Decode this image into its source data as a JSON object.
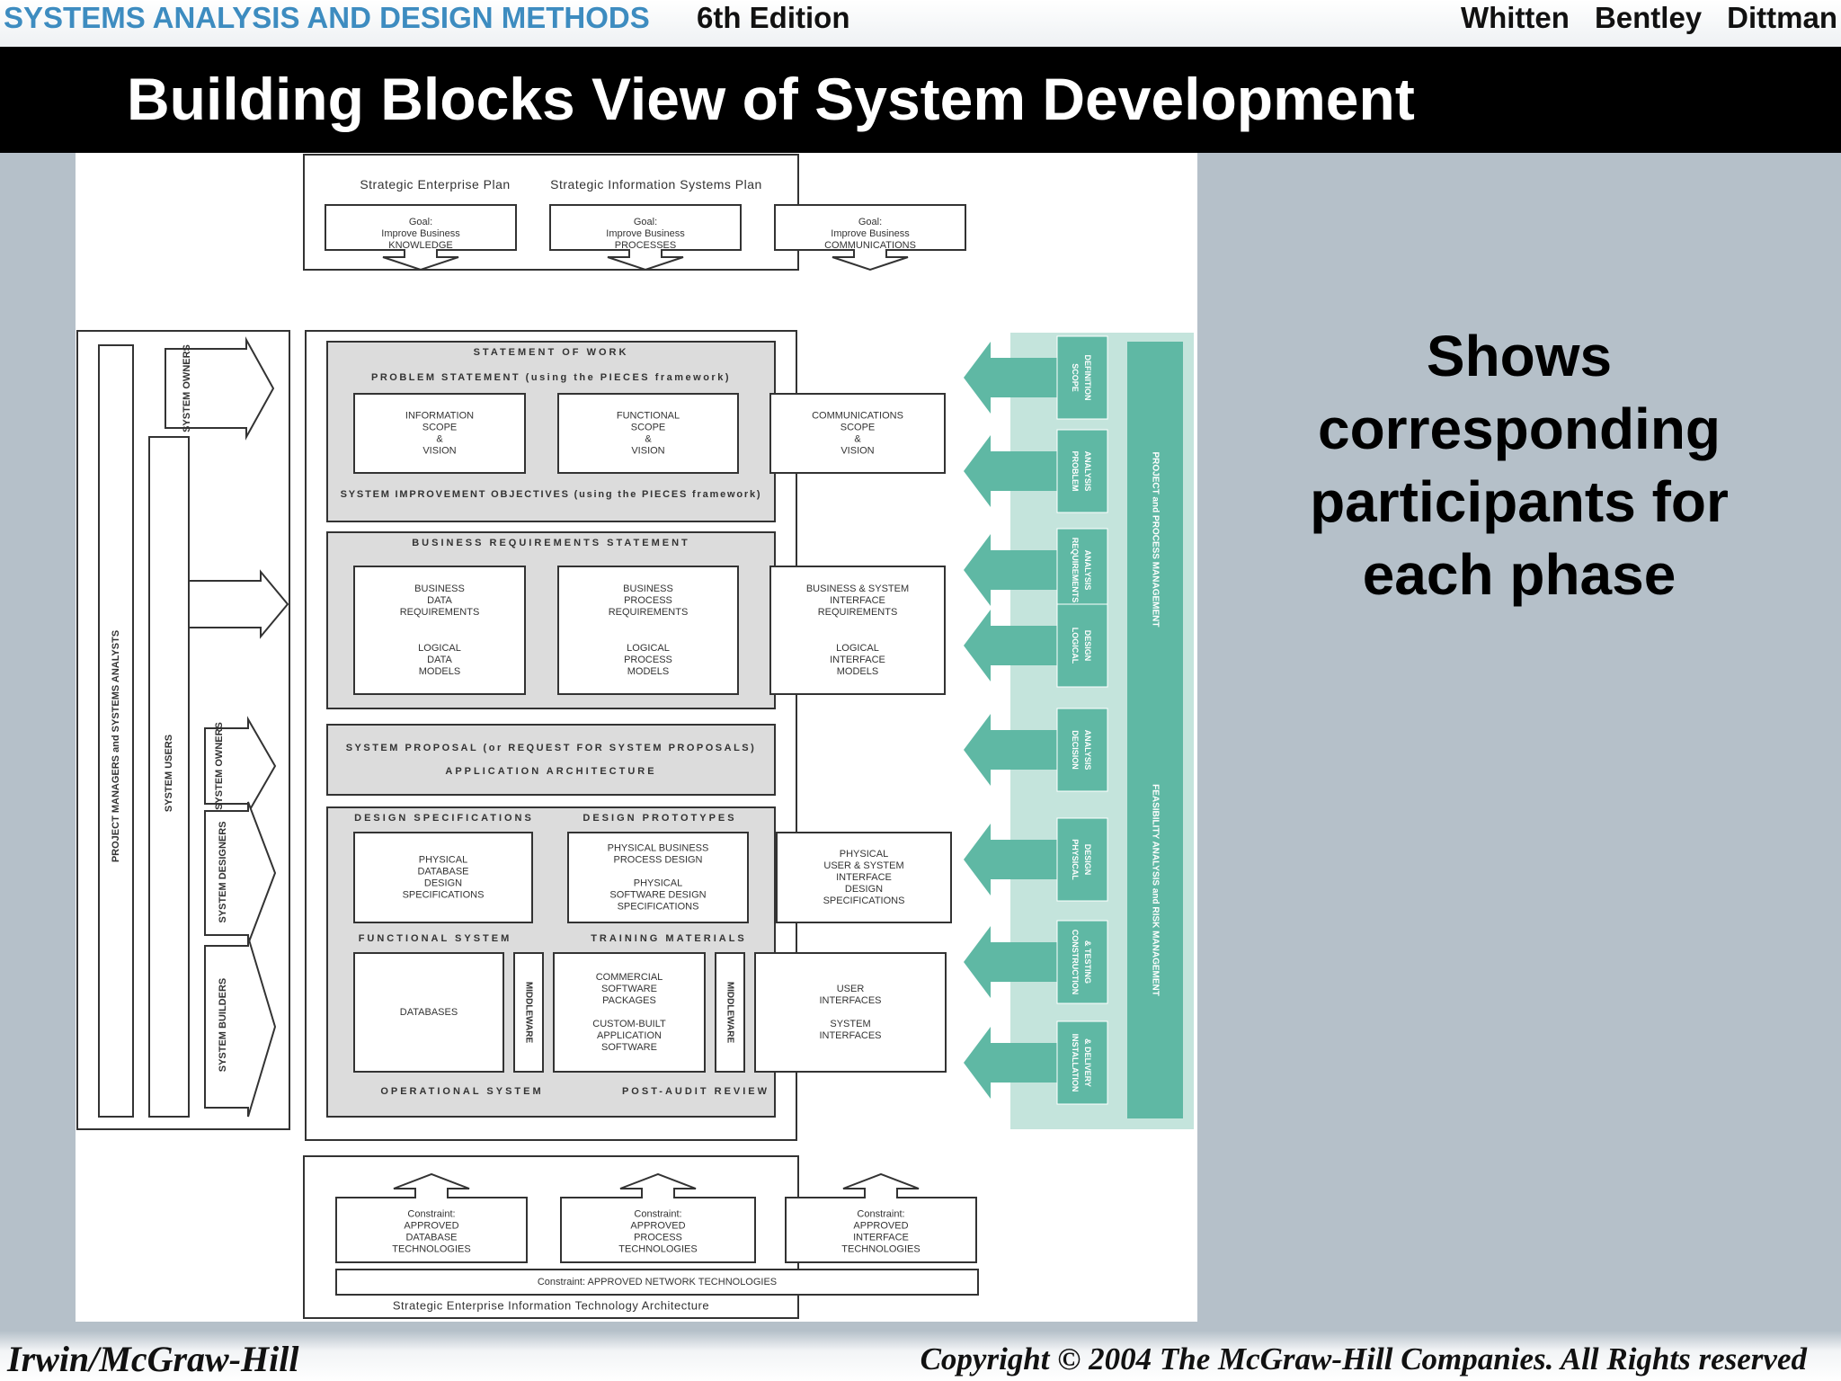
{
  "header": {
    "book_title": "SYSTEMS ANALYSIS AND DESIGN METHODS",
    "edition": "6th Edition",
    "authors": [
      "Whitten",
      "Bentley",
      "Dittman"
    ]
  },
  "slide": {
    "title": "Building Blocks View of System Development",
    "callout": "Shows corresponding participants for each phase"
  },
  "footer": {
    "publisher": "Irwin/McGraw-Hill",
    "copyright": "Copyright © 2004 The McGraw-Hill Companies. All Rights reserved"
  },
  "colors": {
    "teal": "#5fb8a4",
    "teal_light": "#c4e4dc",
    "phase_fill": "#dcdcdc"
  },
  "diagram": {
    "top": {
      "left_label": "Strategic Enterprise Plan",
      "right_label": "Strategic Information Systems Plan",
      "goals": [
        [
          "Goal:",
          "Improve Business",
          "KNOWLEDGE"
        ],
        [
          "Goal:",
          "Improve Business",
          "PROCESSES"
        ],
        [
          "Goal:",
          "Improve Business",
          "COMMUNICATIONS"
        ]
      ]
    },
    "participants": {
      "outer": [
        "PROJECT MANAGERS",
        "and",
        "SYSTEMS ANALYSTS"
      ],
      "users": "SYSTEM USERS",
      "owners": "SYSTEM OWNERS",
      "owners2": "SYSTEM OWNERS",
      "designers": "SYSTEM DESIGNERS",
      "builders": "SYSTEM BUILDERS"
    },
    "scope": {
      "header": "STATEMENT OF WORK",
      "sub": "PROBLEM STATEMENT (using the PIECES framework)",
      "boxes": [
        [
          "INFORMATION",
          "SCOPE",
          "&",
          "VISION"
        ],
        [
          "FUNCTIONAL",
          "SCOPE",
          "&",
          "VISION"
        ],
        [
          "COMMUNICATIONS",
          "SCOPE",
          "&",
          "VISION"
        ]
      ],
      "footer": "SYSTEM IMPROVEMENT OBJECTIVES (using the PIECES framework)"
    },
    "requirements": {
      "header": "BUSINESS REQUIREMENTS STATEMENT",
      "boxes": [
        [
          [
            "BUSINESS",
            "DATA",
            "REQUIREMENTS"
          ],
          [
            "LOGICAL",
            "DATA",
            "MODELS"
          ]
        ],
        [
          [
            "BUSINESS",
            "PROCESS",
            "REQUIREMENTS"
          ],
          [
            "LOGICAL",
            "PROCESS",
            "MODELS"
          ]
        ],
        [
          [
            "BUSINESS & SYSTEM",
            "INTERFACE",
            "REQUIREMENTS"
          ],
          [
            "LOGICAL",
            "INTERFACE",
            "MODELS"
          ]
        ]
      ]
    },
    "proposal": {
      "line1": "SYSTEM PROPOSAL (or REQUEST FOR SYSTEM PROPOSALS)",
      "line2": "APPLICATION ARCHITECTURE"
    },
    "design": {
      "left_header": "DESIGN SPECIFICATIONS",
      "right_header": "DESIGN PROTOTYPES",
      "boxes": [
        [
          "PHYSICAL",
          "DATABASE",
          "DESIGN",
          "SPECIFICATIONS"
        ],
        [
          "PHYSICAL BUSINESS",
          "PROCESS DESIGN",
          "",
          "PHYSICAL",
          "SOFTWARE DESIGN",
          "SPECIFICATIONS"
        ],
        [
          "PHYSICAL",
          "USER & SYSTEM",
          "INTERFACE",
          "DESIGN",
          "SPECIFICATIONS"
        ]
      ]
    },
    "construction": {
      "left_header": "FUNCTIONAL SYSTEM",
      "right_header": "TRAINING MATERIALS",
      "databases": "DATABASES",
      "middleware": "MIDDLEWARE",
      "software": [
        "COMMERCIAL",
        "SOFTWARE",
        "PACKAGES",
        "",
        "CUSTOM-BUILT",
        "APPLICATION",
        "SOFTWARE"
      ],
      "interfaces": [
        "USER",
        "INTERFACES",
        "",
        "SYSTEM",
        "INTERFACES"
      ],
      "footer_left": "OPERATIONAL SYSTEM",
      "footer_right": "POST-AUDIT REVIEW"
    },
    "phases": [
      [
        "SCOPE",
        "DEFINITION"
      ],
      [
        "PROBLEM",
        "ANALYSIS"
      ],
      [
        "REQUIREMENTS",
        "ANALYSIS"
      ],
      [
        "LOGICAL",
        "DESIGN"
      ],
      [
        "DECISION",
        "ANALYSIS"
      ],
      [
        "PHYSICAL",
        "DESIGN"
      ],
      [
        "CONSTRUCTION",
        "& TESTING"
      ],
      [
        "INSTALLATION",
        "& DELIVERY"
      ]
    ],
    "management": {
      "upper": "PROJECT and PROCESS MANAGEMENT",
      "lower": "FEASIBILITY ANALYSIS and RISK MANAGEMENT"
    },
    "bottom": {
      "constraints": [
        [
          "Constraint:",
          "APPROVED",
          "DATABASE",
          "TECHNOLOGIES"
        ],
        [
          "Constraint:",
          "APPROVED",
          "PROCESS",
          "TECHNOLOGIES"
        ],
        [
          "Constraint:",
          "APPROVED",
          "INTERFACE",
          "TECHNOLOGIES"
        ]
      ],
      "network": "Constraint: APPROVED NETWORK TECHNOLOGIES",
      "architecture": "Strategic Enterprise Information Technology Architecture"
    }
  }
}
